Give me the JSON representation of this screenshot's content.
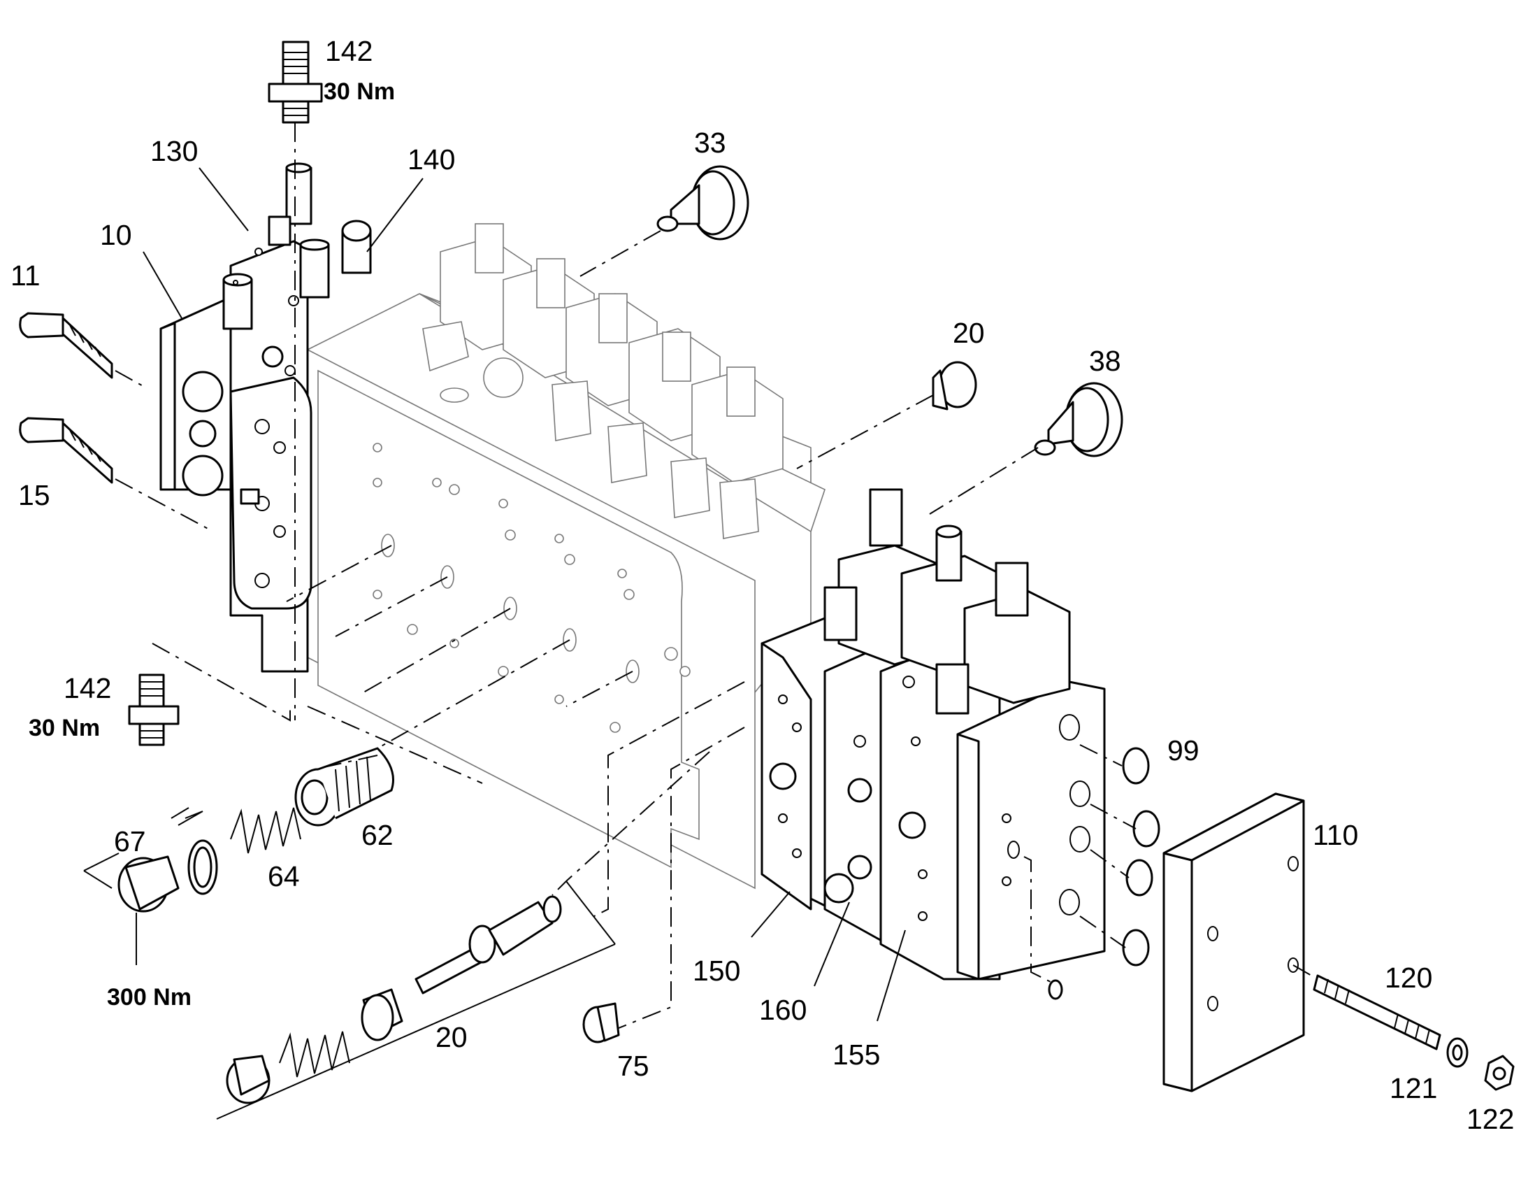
{
  "diagram": {
    "labels": [
      {
        "id": "p142a",
        "text": "142"
      },
      {
        "id": "t142a",
        "text": "30 Nm"
      },
      {
        "id": "p130",
        "text": "130"
      },
      {
        "id": "p140",
        "text": "140"
      },
      {
        "id": "p33",
        "text": "33"
      },
      {
        "id": "p10",
        "text": "10"
      },
      {
        "id": "p11",
        "text": "11"
      },
      {
        "id": "p15",
        "text": "15"
      },
      {
        "id": "p20a",
        "text": "20"
      },
      {
        "id": "p38",
        "text": "38"
      },
      {
        "id": "p142b",
        "text": "142"
      },
      {
        "id": "t142b",
        "text": "30 Nm"
      },
      {
        "id": "p67",
        "text": "67"
      },
      {
        "id": "p64",
        "text": "64"
      },
      {
        "id": "p62",
        "text": "62"
      },
      {
        "id": "t300",
        "text": "300 Nm"
      },
      {
        "id": "p20b",
        "text": "20"
      },
      {
        "id": "p75",
        "text": "75"
      },
      {
        "id": "p150",
        "text": "150"
      },
      {
        "id": "p160",
        "text": "160"
      },
      {
        "id": "p155",
        "text": "155"
      },
      {
        "id": "p99",
        "text": "99"
      },
      {
        "id": "p110",
        "text": "110"
      },
      {
        "id": "p120",
        "text": "120"
      },
      {
        "id": "p121",
        "text": "121"
      },
      {
        "id": "p122",
        "text": "122"
      }
    ]
  }
}
